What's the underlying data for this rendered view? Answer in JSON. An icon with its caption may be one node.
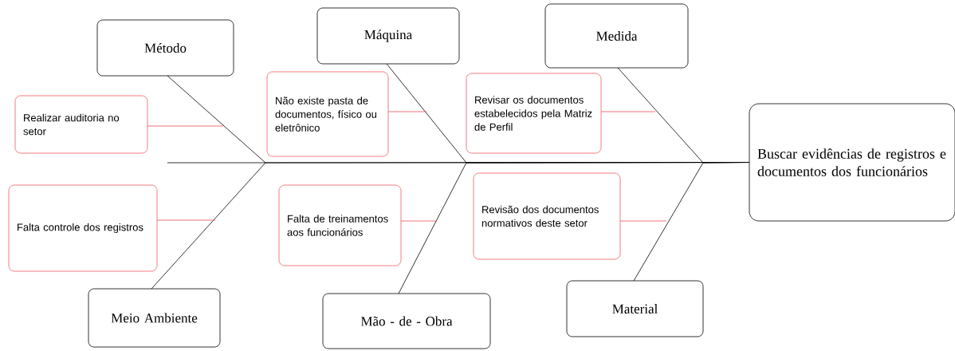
{
  "diagram": {
    "nodes": [
      {
        "text": [
          "Método"
        ]
      },
      {
        "text": [
          "Máquina"
        ]
      },
      {
        "text": [
          "Medida"
        ]
      },
      {
        "text": [
          "Realizar auditoria no setor"
        ]
      },
      {
        "text": [
          "Não existe pasta de documentos, físico ou eletrônico"
        ]
      },
      {
        "text": [
          "Revisar os documentos estabelecidos pela Matriz de Perfil"
        ]
      },
      {
        "text": [
          "Buscar evidências de registros e documentos dos funcionários"
        ]
      },
      {
        "text": [
          "Falta controle dos registros"
        ]
      },
      {
        "text": [
          "Falta de treinamentos aos funcionários"
        ]
      },
      {
        "text": [
          "Revisão dos documentos normativos deste setor"
        ]
      },
      {
        "text": [
          "Meio Ambiente"
        ]
      },
      {
        "text": [
          "Mão - de - Obra"
        ]
      },
      {
        "text": [
          "Material"
        ]
      }
    ],
    "edges": [
      {
        "from": 0,
        "to": 6,
        "arrow": "none",
        "color": "#000000"
      },
      {
        "from": 1,
        "to": 6,
        "arrow": "none",
        "color": "#000000"
      },
      {
        "from": 2,
        "to": 6,
        "arrow": "none",
        "color": "#000000"
      },
      {
        "from": 10,
        "to": 6,
        "arrow": "none",
        "color": "#000000"
      },
      {
        "from": 11,
        "to": 6,
        "arrow": "none",
        "color": "#000000"
      },
      {
        "from": 12,
        "to": 6,
        "arrow": "none",
        "color": "#000000"
      },
      {
        "from": 3,
        "to": null,
        "arrow": "none",
        "color": "#e8525a"
      },
      {
        "from": 7,
        "to": null,
        "arrow": "none",
        "color": "#e8525a"
      },
      {
        "from": 4,
        "to": null,
        "arrow": "none",
        "color": "#e8525a"
      },
      {
        "from": 5,
        "to": null,
        "arrow": "none",
        "color": "#e8525a"
      },
      {
        "from": 8,
        "to": null,
        "arrow": "none",
        "color": "#e8525a"
      },
      {
        "from": 9,
        "to": null,
        "arrow": "none",
        "color": "#e8525a"
      }
    ]
  }
}
